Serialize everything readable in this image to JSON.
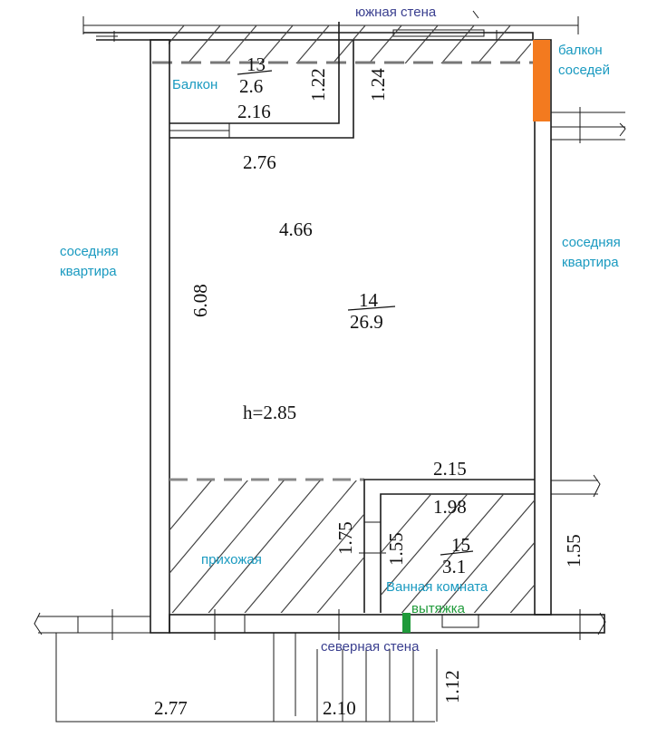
{
  "labels": {
    "south_wall": "южная стена",
    "north_wall": "северная стена",
    "neighbor_balcony_line1": "балкон",
    "neighbor_balcony_line2": "соседей",
    "balcony": "Балкон",
    "neighbor_left_line1": "соседняя",
    "neighbor_left_line2": "квартира",
    "neighbor_right_line1": "соседняя",
    "neighbor_right_line2": "квартира",
    "hallway": "прихожая",
    "bathroom": "Ванная комната",
    "exhaust": "вытяжка"
  },
  "dimensions": {
    "balcony_number": "13",
    "balcony_area": "2.6",
    "balcony_depth_1": "1.22",
    "balcony_depth_2": "1.24",
    "balcony_width": "2.16",
    "room_top_width": "2.76",
    "room_width": "4.66",
    "room_length": "6.08",
    "room_number": "14",
    "room_area": "26.9",
    "ceiling_height": "h=2.85",
    "bath_top_width": "2.15",
    "bath_inner_width": "1.98",
    "bath_height_outer": "1.75",
    "bath_height_inner": "1.55",
    "bath_number": "15",
    "bath_area": "3.1",
    "right_wall_segment": "1.55",
    "stair_depth": "1.12",
    "bottom_left_width": "2.77",
    "bottom_stair_width": "2.10"
  },
  "colors": {
    "neighbor_balcony_marker": "#f37a1f",
    "exhaust_marker": "#1f9a3a",
    "label_blue": "#1a9ac0",
    "label_navy": "#3a3f8f"
  }
}
